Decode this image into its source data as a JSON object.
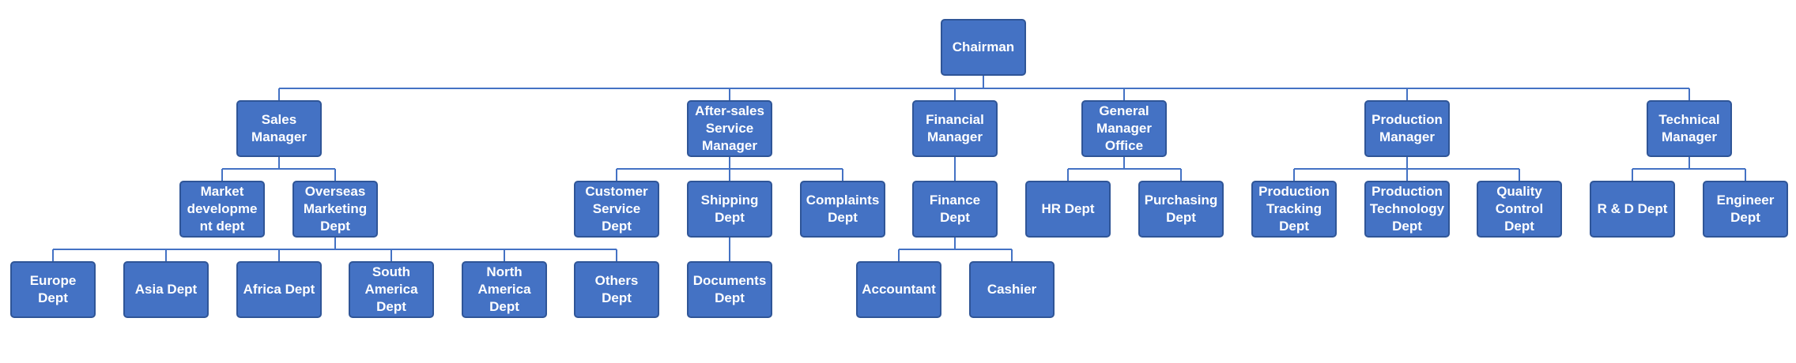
{
  "org_chart": {
    "nodes": [
      {
        "id": "chairman",
        "label": "Chairman"
      },
      {
        "id": "sales-manager",
        "label": "Sales\nManager"
      },
      {
        "id": "after-sales-service-manager",
        "label": "After-sales\nService\nManager"
      },
      {
        "id": "financial-manager",
        "label": "Financial\nManager"
      },
      {
        "id": "general-manager-office",
        "label": "General\nManager\nOffice"
      },
      {
        "id": "production-manager",
        "label": "Production\nManager"
      },
      {
        "id": "technical-manager",
        "label": "Technical\nManager"
      },
      {
        "id": "market-development-dept",
        "label": "Market\ndevelopme\nnt dept"
      },
      {
        "id": "overseas-marketing-dept",
        "label": "Overseas\nMarketing\nDept"
      },
      {
        "id": "customer-service-dept",
        "label": "Customer\nService\nDept"
      },
      {
        "id": "shipping-dept",
        "label": "Shipping\nDept"
      },
      {
        "id": "complaints-dept",
        "label": "Complaints\nDept"
      },
      {
        "id": "finance-dept",
        "label": "Finance\nDept"
      },
      {
        "id": "hr-dept",
        "label": "HR  Dept"
      },
      {
        "id": "purchasing-dept",
        "label": "Purchasing\nDept"
      },
      {
        "id": "production-tracking-dept",
        "label": "Production\nTracking\nDept"
      },
      {
        "id": "production-technology-dept",
        "label": "Production\nTechnology\nDept"
      },
      {
        "id": "quality-control-dept",
        "label": "Quality\nControl\nDept"
      },
      {
        "id": "rd-dept",
        "label": "R & D Dept"
      },
      {
        "id": "engineer-dept",
        "label": "Engineer\nDept"
      },
      {
        "id": "europe-dept",
        "label": "Europe\nDept"
      },
      {
        "id": "asia-dept",
        "label": "Asia Dept"
      },
      {
        "id": "africa-dept",
        "label": "Africa Dept"
      },
      {
        "id": "south-america-dept",
        "label": "South\nAmerica\nDept"
      },
      {
        "id": "north-america-dept",
        "label": "North\nAmerica\nDept"
      },
      {
        "id": "others-dept",
        "label": "Others\nDept"
      },
      {
        "id": "documents-dept",
        "label": "Documents\nDept"
      },
      {
        "id": "accountant",
        "label": "Accountant"
      },
      {
        "id": "cashier",
        "label": "Cashier"
      }
    ],
    "edges": [
      [
        "chairman",
        "sales-manager"
      ],
      [
        "chairman",
        "after-sales-service-manager"
      ],
      [
        "chairman",
        "financial-manager"
      ],
      [
        "chairman",
        "general-manager-office"
      ],
      [
        "chairman",
        "production-manager"
      ],
      [
        "chairman",
        "technical-manager"
      ],
      [
        "sales-manager",
        "market-development-dept"
      ],
      [
        "sales-manager",
        "overseas-marketing-dept"
      ],
      [
        "overseas-marketing-dept",
        "europe-dept"
      ],
      [
        "overseas-marketing-dept",
        "asia-dept"
      ],
      [
        "overseas-marketing-dept",
        "africa-dept"
      ],
      [
        "overseas-marketing-dept",
        "south-america-dept"
      ],
      [
        "overseas-marketing-dept",
        "north-america-dept"
      ],
      [
        "overseas-marketing-dept",
        "others-dept"
      ],
      [
        "after-sales-service-manager",
        "customer-service-dept"
      ],
      [
        "after-sales-service-manager",
        "shipping-dept"
      ],
      [
        "after-sales-service-manager",
        "complaints-dept"
      ],
      [
        "shipping-dept",
        "documents-dept"
      ],
      [
        "financial-manager",
        "finance-dept"
      ],
      [
        "finance-dept",
        "accountant"
      ],
      [
        "finance-dept",
        "cashier"
      ],
      [
        "general-manager-office",
        "hr-dept"
      ],
      [
        "general-manager-office",
        "purchasing-dept"
      ],
      [
        "production-manager",
        "production-tracking-dept"
      ],
      [
        "production-manager",
        "production-technology-dept"
      ],
      [
        "production-manager",
        "quality-control-dept"
      ],
      [
        "technical-manager",
        "rd-dept"
      ],
      [
        "technical-manager",
        "engineer-dept"
      ]
    ],
    "colors": {
      "box_fill": "#4472c4",
      "box_border": "#2f5597",
      "connector": "#4472c4",
      "text": "#ffffff"
    }
  }
}
